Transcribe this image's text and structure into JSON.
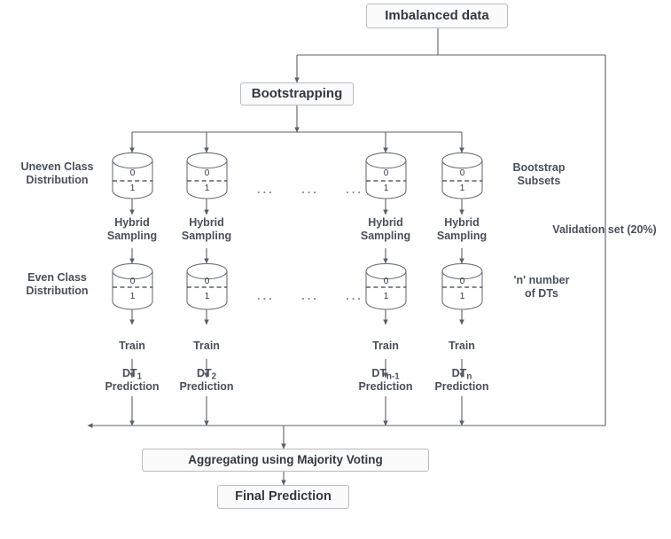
{
  "diagram": {
    "title_box": "Imbalanced data",
    "bootstrapping_box": "Bootstrapping",
    "aggregating_box": "Aggregating using Majority Voting",
    "final_box": "Final Prediction",
    "row_labels": {
      "uneven": "Uneven Class\nDistribution",
      "even": "Even Class\nDistribution"
    },
    "side_labels": {
      "bootstrap_subsets": "Bootstrap\nSubsets",
      "validation_set": "Validation set (20%)",
      "n_dts": "'n' number\nof DTs"
    },
    "cylinder_class_top": "0",
    "cylinder_class_bottom": "1",
    "ellipsis": "...",
    "sampling_labels": [
      "Hybrid\nSampling",
      "Hybrid\nSampling",
      "Hybrid\nSampling",
      "Hybrid\nSampling"
    ],
    "train_labels": [
      {
        "line1": "Train",
        "line2": "DT",
        "sub": "1"
      },
      {
        "line1": "Train",
        "line2": "DT",
        "sub": "2"
      },
      {
        "line1": "Train",
        "line2": "DT",
        "sub": "n-1"
      },
      {
        "line1": "Train",
        "line2": "DT",
        "sub": "n"
      }
    ],
    "prediction_labels": [
      "Prediction",
      "Prediction",
      "Prediction",
      "Prediction"
    ],
    "colors": {
      "line": "#5b6068",
      "box_border": "#b9bcc0",
      "box_fill": "#fbfbfb",
      "text": "#33393f",
      "label_text": "#4a5058",
      "cylinder_stroke": "#6d737b",
      "cylinder_fill": "#ffffff",
      "dots": "#8b9096"
    }
  }
}
